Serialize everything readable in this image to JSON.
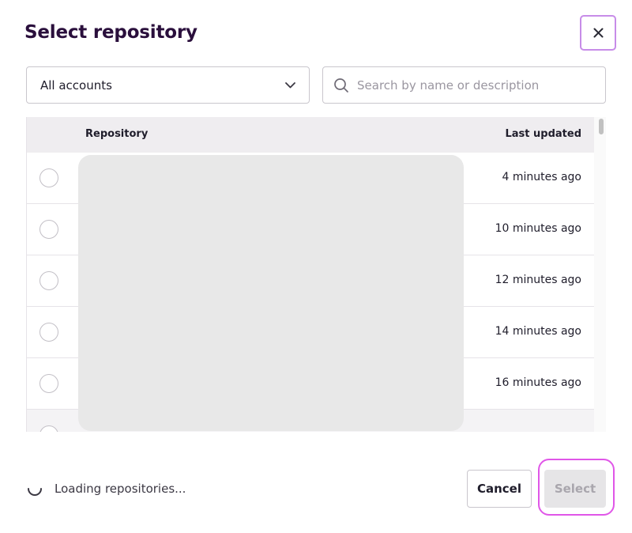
{
  "dialog": {
    "title": "Select repository"
  },
  "filters": {
    "account_select_value": "All accounts",
    "search_placeholder": "Search by name or description"
  },
  "table": {
    "columns": [
      "Repository",
      "Last updated"
    ],
    "rows": [
      {
        "updated": "4 minutes ago"
      },
      {
        "updated": "10 minutes ago"
      },
      {
        "updated": "12 minutes ago"
      },
      {
        "updated": "14 minutes ago"
      },
      {
        "updated": "16 minutes ago"
      }
    ]
  },
  "footer": {
    "loading_text": "Loading repositories...",
    "cancel_label": "Cancel",
    "select_label": "Select"
  },
  "colors": {
    "title": "#2a0f3c",
    "focus_ring_close": "#c78ce8",
    "focus_ring_select": "#e056e8",
    "header_bg": "#efedf0"
  },
  "icons": {
    "close": "close-icon",
    "dropdown": "chevron-down-icon",
    "search": "search-icon",
    "loading": "spinner-icon"
  }
}
